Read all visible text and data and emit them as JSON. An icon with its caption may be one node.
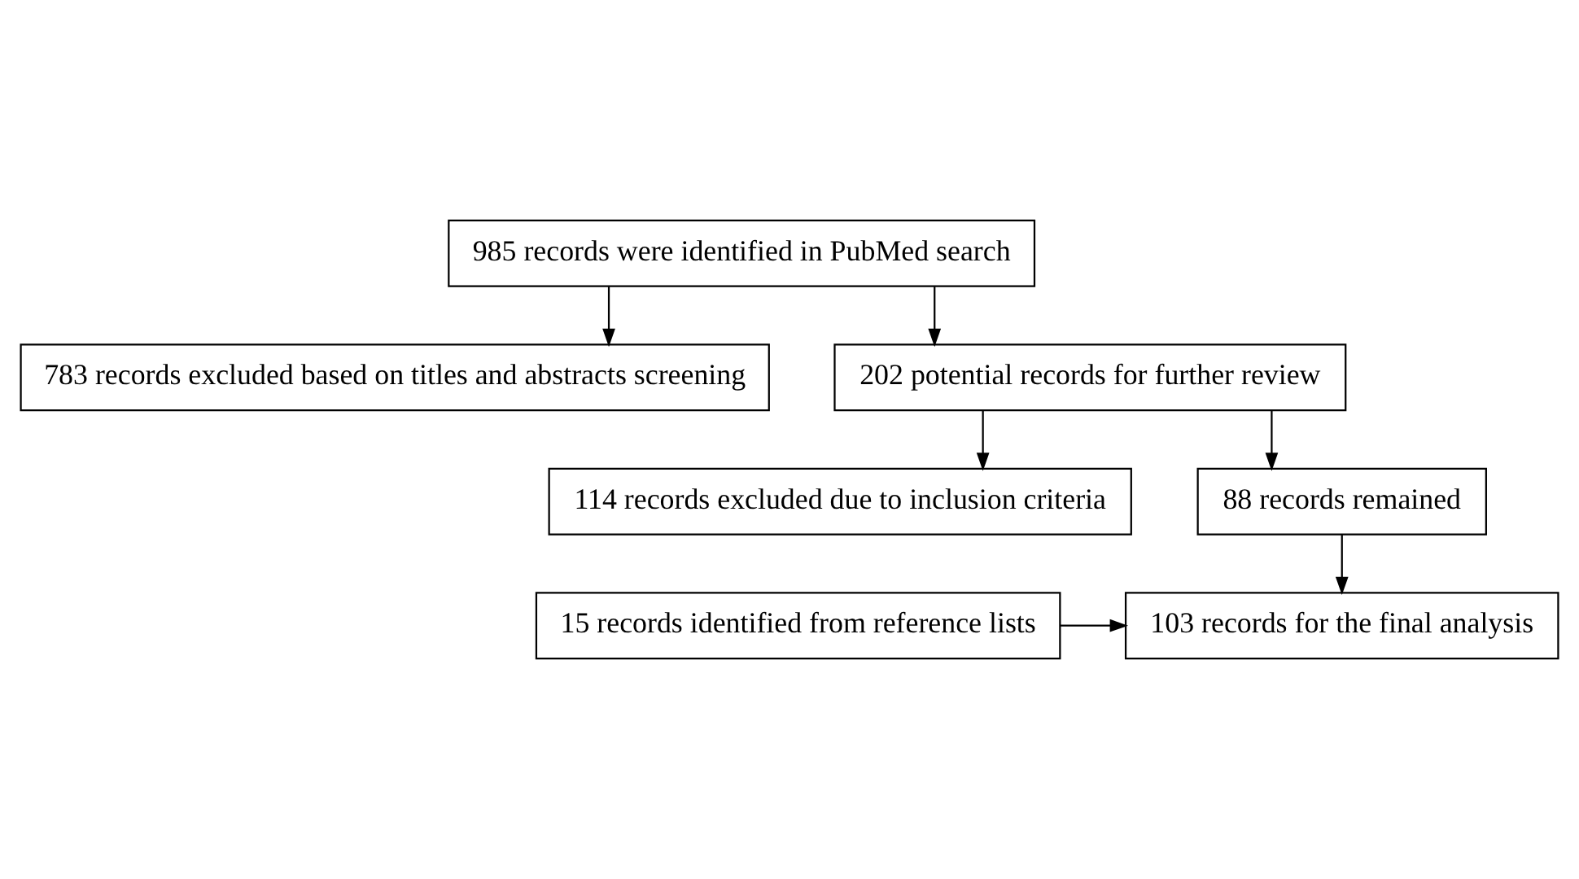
{
  "diagram": {
    "nodes": [
      {
        "text": [
          "985 records were identified in PubMed search"
        ]
      },
      {
        "text": [
          "783 records excluded based on titles and abstracts screening"
        ]
      },
      {
        "text": [
          "202 potential records for further review"
        ]
      },
      {
        "text": [
          "114 records excluded due to inclusion criteria"
        ]
      },
      {
        "text": [
          "88 records remained"
        ]
      },
      {
        "text": [
          "15 records identified from reference lists"
        ]
      },
      {
        "text": [
          "103 records for the final analysis"
        ]
      }
    ],
    "edges": [
      {
        "from": 0,
        "to": 2,
        "arrow": "to"
      },
      {
        "from": 0,
        "to": 1,
        "arrow": "to"
      },
      {
        "from": 2,
        "to": 4,
        "arrow": "to"
      },
      {
        "from": 2,
        "to": 3,
        "arrow": "to"
      },
      {
        "from": 4,
        "to": 6,
        "arrow": "to"
      },
      {
        "from": 5,
        "to": 6,
        "arrow": "to"
      }
    ]
  }
}
